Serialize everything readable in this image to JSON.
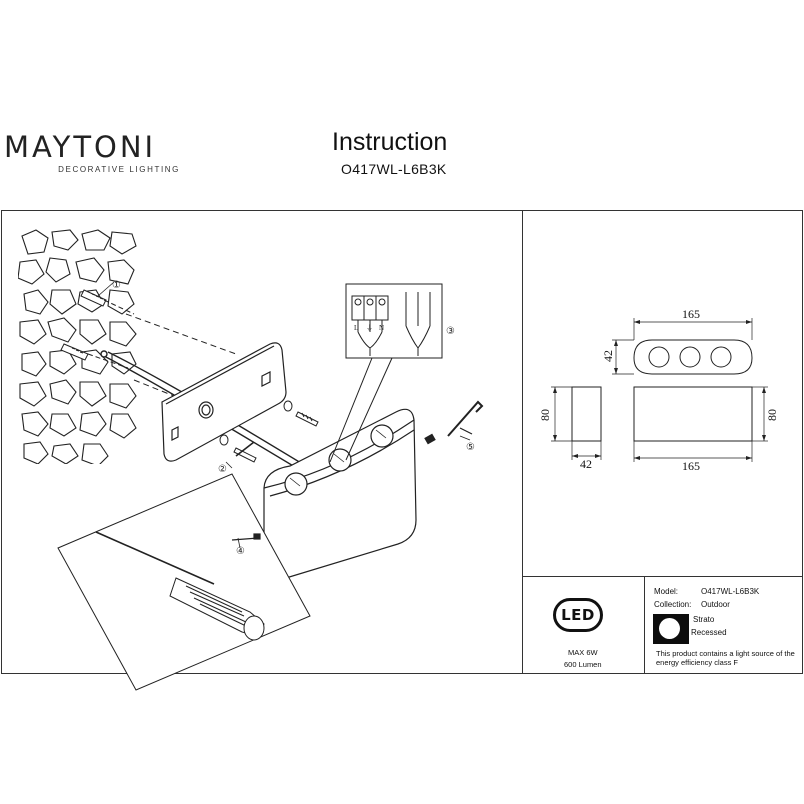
{
  "brand": {
    "name": "MAYTONI",
    "tagline": "DECORATIVE LIGHTING"
  },
  "header": {
    "title": "Instruction",
    "model": "O417WL-L6B3K"
  },
  "callouts": [
    "①",
    "②",
    "③",
    "④",
    "⑤"
  ],
  "wiring": {
    "left_terminals": [
      "L",
      "⏚",
      "N"
    ]
  },
  "dimensions": {
    "top_width": "165",
    "top_depth": "42",
    "side_height": "80",
    "side_depth": "42",
    "front_width": "165",
    "front_height": "80"
  },
  "specs": {
    "badge": "LED",
    "max_power": "MAX 6W",
    "lumen": "600 Lumen"
  },
  "info": {
    "model_label": "Model:",
    "model_value": "O417WL-L6B3K",
    "collection_label": "Collection:",
    "collection_value": "Outdoor",
    "series": "Strato",
    "mounting": "Recessed",
    "energy_note_line1": "This product contains a light source of the",
    "energy_note_line2": "energy efficiency class F"
  },
  "colors": {
    "line": "#222222",
    "fill_dark": "#0d0d0d",
    "background": "#ffffff"
  }
}
